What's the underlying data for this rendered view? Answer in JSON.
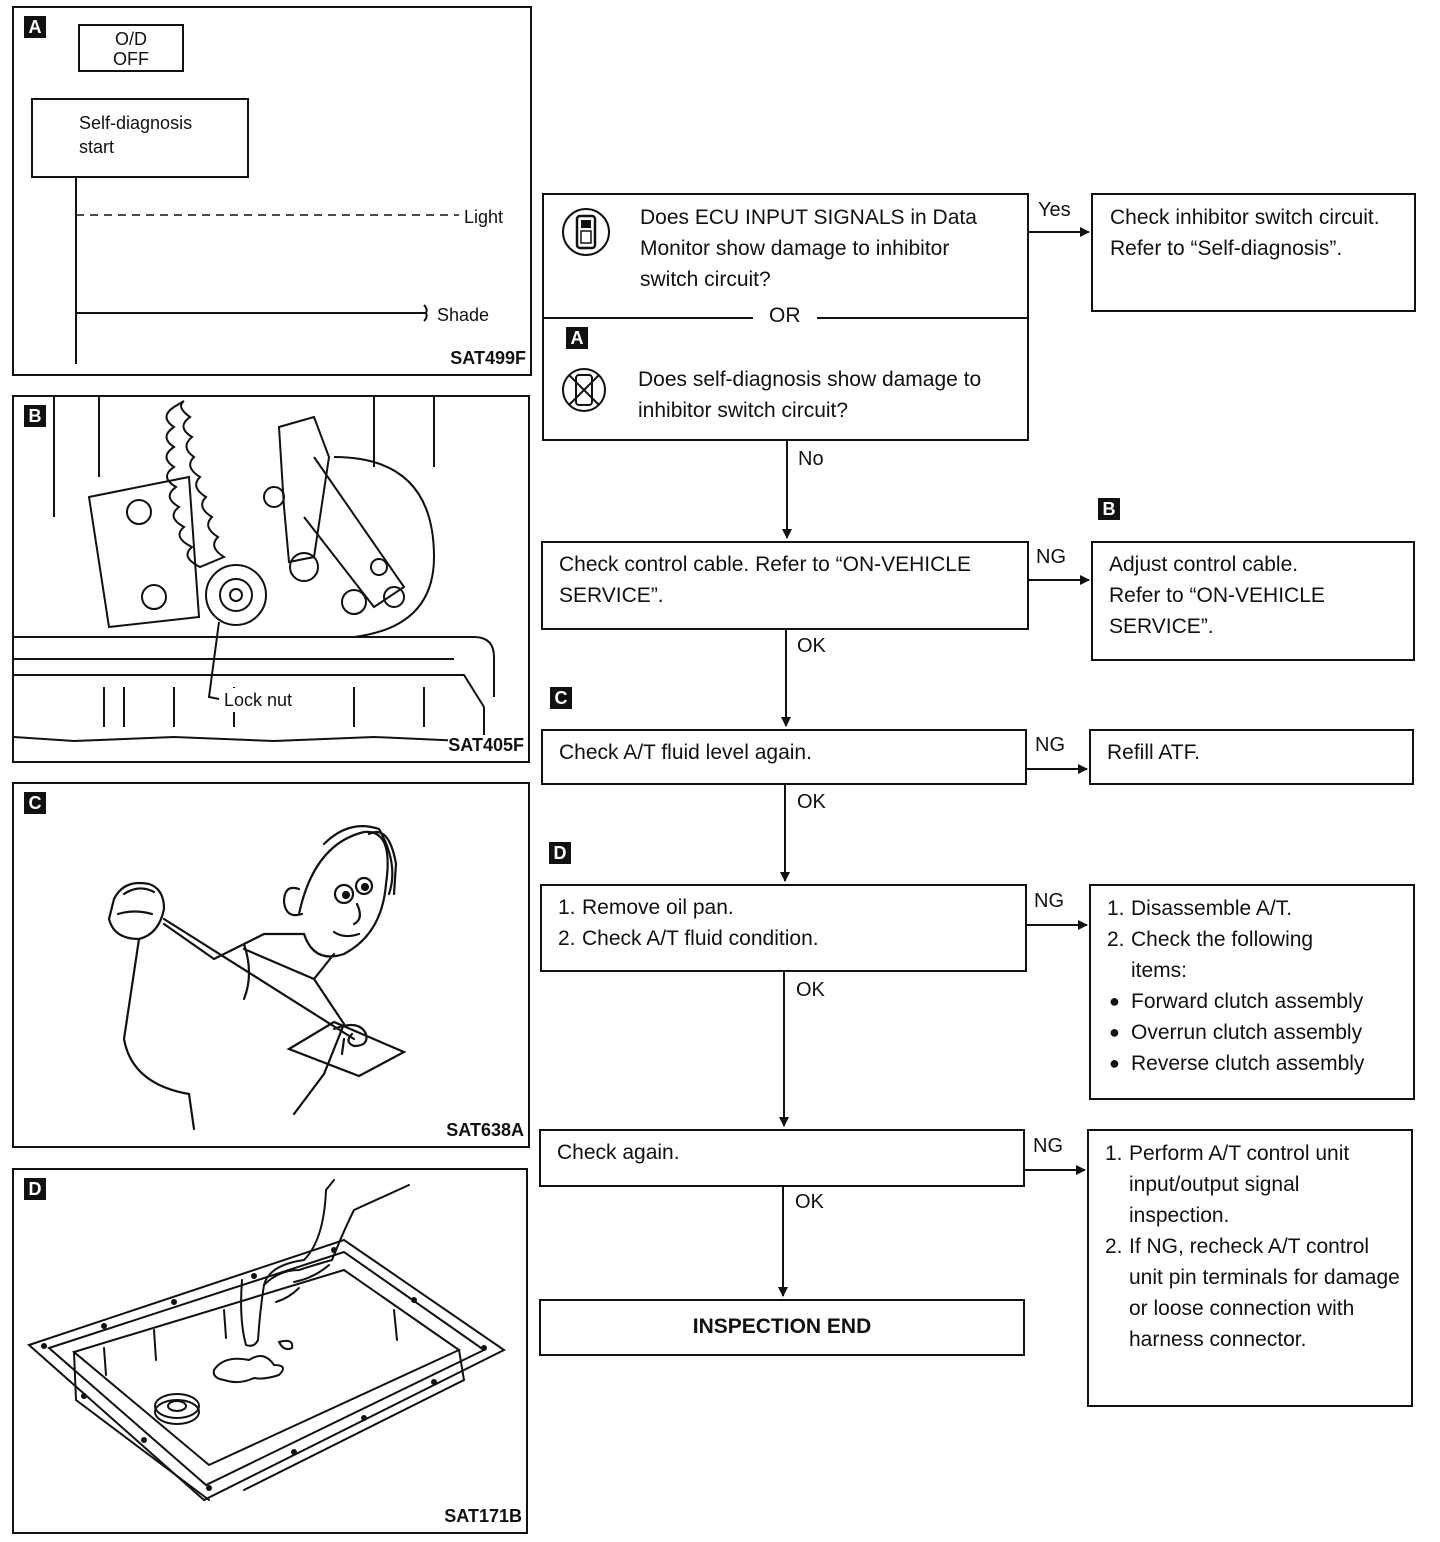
{
  "panels": {
    "a": {
      "tag": "A",
      "od_button_line1": "O/D",
      "od_button_line2": "OFF",
      "self_diag_line1": "Self-diagnosis",
      "self_diag_line2": "start",
      "light_label": "Light",
      "shade_label": "Shade",
      "code": "SAT499F"
    },
    "b": {
      "tag": "B",
      "lock_nut_label": "Lock nut",
      "code": "SAT405F"
    },
    "c": {
      "tag": "C",
      "code": "SAT638A"
    },
    "d": {
      "tag": "D",
      "code": "SAT171B"
    }
  },
  "flow": {
    "q1": {
      "consult_text": "Does ECU INPUT SIGNALS in Data Monitor show damage to inhibitor switch circuit?",
      "or_label": "OR",
      "tag": "A",
      "selfdiag_text": "Does self-diagnosis show damage to inhibitor switch circuit?"
    },
    "yes_label": "Yes",
    "yes_action": "Check inhibitor switch circuit. Refer to “Self-diagnosis”.",
    "no_label": "No",
    "step2": {
      "tag": "B",
      "text": "Check control cable. Refer to “ON-VEHICLE SERVICE”.",
      "ng_label": "NG",
      "ng_action_line1": "Adjust control cable.",
      "ng_action_line2": "Refer to “ON-VEHICLE SERVICE”.",
      "ok_label": "OK"
    },
    "step3": {
      "tag": "C",
      "text": "Check A/T fluid level again.",
      "ng_label": "NG",
      "ng_action": "Refill ATF.",
      "ok_label": "OK"
    },
    "step4": {
      "tag": "D",
      "line1_num": "1.",
      "line1": "Remove oil pan.",
      "line2_num": "2.",
      "line2": "Check A/T fluid condition.",
      "ng_label": "NG",
      "ok_label": "OK",
      "ng_action": {
        "item1_num": "1.",
        "item1": "Disassemble A/T.",
        "item2_num": "2.",
        "item2": "Check the following items:",
        "bullets": [
          "Forward clutch assembly",
          "Overrun clutch assembly",
          "Reverse clutch assembly"
        ]
      }
    },
    "step5": {
      "text": "Check again.",
      "ng_label": "NG",
      "ok_label": "OK",
      "ng_action": {
        "item1_num": "1.",
        "item1": "Perform A/T control unit input/output signal inspection.",
        "item2_num": "2.",
        "item2": "If NG, recheck A/T control unit pin terminals for damage or loose connection with harness connector."
      }
    },
    "end_label": "INSPECTION END"
  }
}
